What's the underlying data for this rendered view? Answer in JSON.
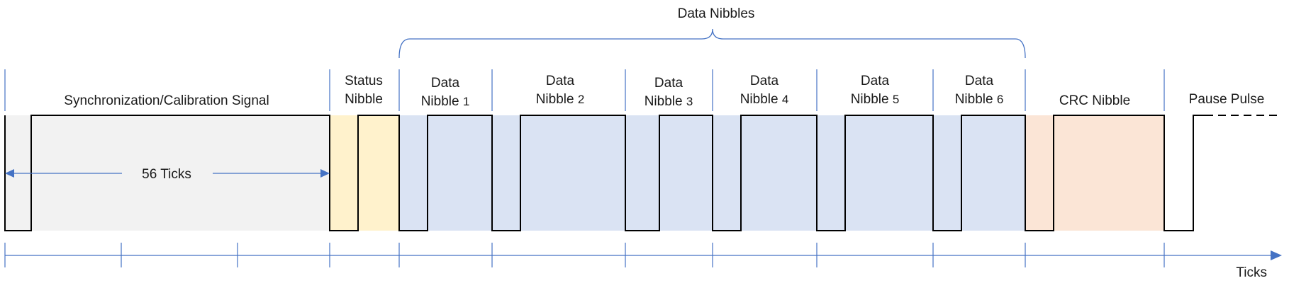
{
  "title": "Data Nibbles",
  "segments": {
    "sync": {
      "label": "Synchronization/Calibration Signal"
    },
    "status": {
      "line1": "Status",
      "line2": "Nibble"
    },
    "data1": {
      "line1": "Data",
      "line2": "Nibble",
      "num": "1"
    },
    "data2": {
      "line1": "Data",
      "line2": "Nibble",
      "num": "2"
    },
    "data3": {
      "line1": "Data",
      "line2": "Nibble",
      "num": "3"
    },
    "data4": {
      "line1": "Data",
      "line2": "Nibble",
      "num": "4"
    },
    "data5": {
      "line1": "Data",
      "line2": "Nibble",
      "num": "5"
    },
    "data6": {
      "line1": "Data",
      "line2": "Nibble",
      "num": "6"
    },
    "crc": {
      "label": "CRC Nibble"
    },
    "pause": {
      "label": "Pause Pulse"
    }
  },
  "measure": {
    "label": "56 Ticks"
  },
  "axis": {
    "label": "Ticks"
  },
  "colors": {
    "sync_fill": "#f2f2f2",
    "status_fill": "#fff2cc",
    "data_fill": "#dae3f3",
    "crc_fill": "#fbe5d6",
    "accent": "#4472c4",
    "signal": "#000000"
  }
}
